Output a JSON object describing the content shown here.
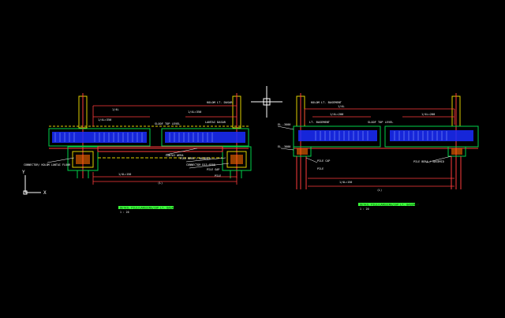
{
  "colors": {
    "background": "#000000",
    "dimension": "#ff3b3b",
    "concrete": "#00d24a",
    "insulation": "#3b5bff",
    "text": "#ffffff",
    "title_bar": "#3cff3c",
    "hidden": "#e0d000",
    "ucs": "#ffffff"
  },
  "left_detail": {
    "notes": [
      {
        "text": "1/4L"
      },
      {
        "text": "1/4L=350"
      },
      {
        "text": "KOLOM LT. DASAR"
      },
      {
        "text": "1/4L=350"
      },
      {
        "text": "SLOOF TOP LEVEL"
      },
      {
        "text": "LANTAI DASAR"
      },
      {
        "text": "CONNECTOR/ KOLOM LANTAI FLOOR"
      },
      {
        "text": "LANTAI WERA"
      },
      {
        "text": "PILE BERA / BASEMID"
      },
      {
        "text": "CONNECTOR D13-@200"
      },
      {
        "text": "PILE GAP"
      },
      {
        "text": "PILE"
      },
      {
        "text": "1/4L=150"
      },
      {
        "text": "(L)"
      }
    ],
    "title": "DETAIL PILE/LANGSING/CAP LT. DASAR",
    "scale": "1 : 20"
  },
  "right_detail": {
    "notes": [
      {
        "text": "KOLOM LT. BASEMENT"
      },
      {
        "text": "1/4L"
      },
      {
        "text": "1/4L=200"
      },
      {
        "text": "1/4L=200"
      },
      {
        "text": "LT. BASEMENT"
      },
      {
        "text": "SLOOF TOP LEVEL"
      },
      {
        "text": "EL.-3000"
      },
      {
        "text": "EL.-3000"
      },
      {
        "text": "PILE CAP"
      },
      {
        "text": "PILE"
      },
      {
        "text": "PILE BERA / BASEMID"
      },
      {
        "text": "1/4L=150"
      },
      {
        "text": "(L)"
      }
    ],
    "title": "DETAIL PILE/LANGSING/CAP LT. BASEMENT",
    "scale": "1 : 20"
  },
  "ucs": {
    "x_label": "X",
    "y_label": "Y"
  }
}
